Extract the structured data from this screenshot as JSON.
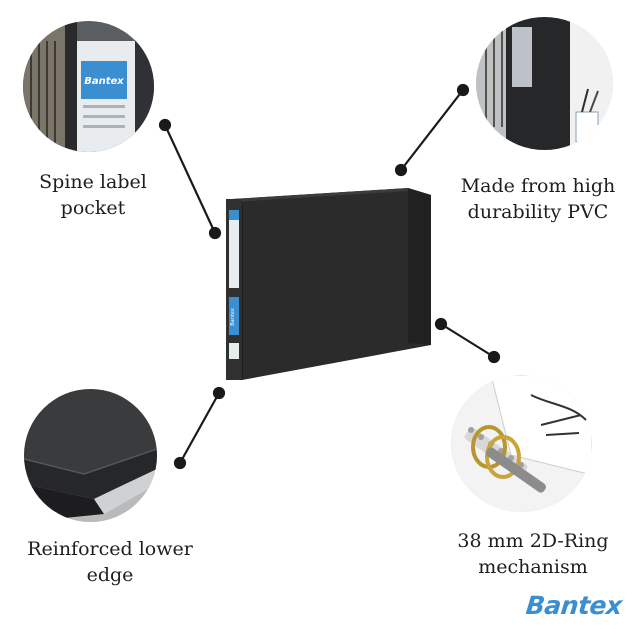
{
  "features": {
    "spine": {
      "label": "Spine label\npocket",
      "icon": "spine-label-pocket-photo"
    },
    "pvc": {
      "label": "Made from high\ndurability PVC",
      "icon": "pvc-binder-photo"
    },
    "edge": {
      "label": "Reinforced lower edge",
      "icon": "reinforced-edge-photo"
    },
    "ring": {
      "label": "38 mm 2D-Ring\nmechanism",
      "icon": "ring-mechanism-photo"
    }
  },
  "product": {
    "spine_brand": "Bantex",
    "icon": "black-ring-binder"
  },
  "brand": {
    "logo_text": "Bantex",
    "color": "#3b8fd0"
  },
  "colors": {
    "binder": "#2b2b2b",
    "accent": "#3b8fd0",
    "connector": "#1a1a1a"
  }
}
